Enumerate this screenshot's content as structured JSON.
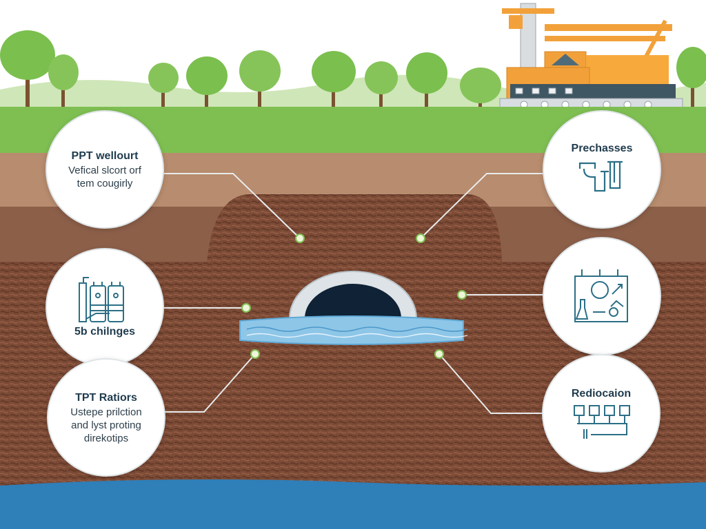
{
  "callouts": [
    {
      "title": "PPT wellourt",
      "lines": [
        "Vefical slcort orf",
        "tem cougirly"
      ]
    },
    {
      "title": "Prechasses",
      "icon": "pipe-fitting-icon"
    },
    {
      "title": "5b chilnges",
      "icon": "filter-tanks-icon"
    },
    {
      "icon": "lab-equipment-icon"
    },
    {
      "title": "TPT Ratiors",
      "lines": [
        "Ustepe prilction",
        "and lyst proting",
        "direkotips"
      ]
    },
    {
      "title": "Rediocaion",
      "icon": "valve-manifold-icon"
    }
  ],
  "colors": {
    "sky": "#ffffff",
    "grass": "#7fbf52",
    "topsoil": "#b58a6c",
    "soil": "#7a4a35",
    "groundwater": "#2f7fb8",
    "aquifer_water": "#8ec6e8",
    "machine": "#f2a13a",
    "icon_stroke": "#2b6f86"
  }
}
